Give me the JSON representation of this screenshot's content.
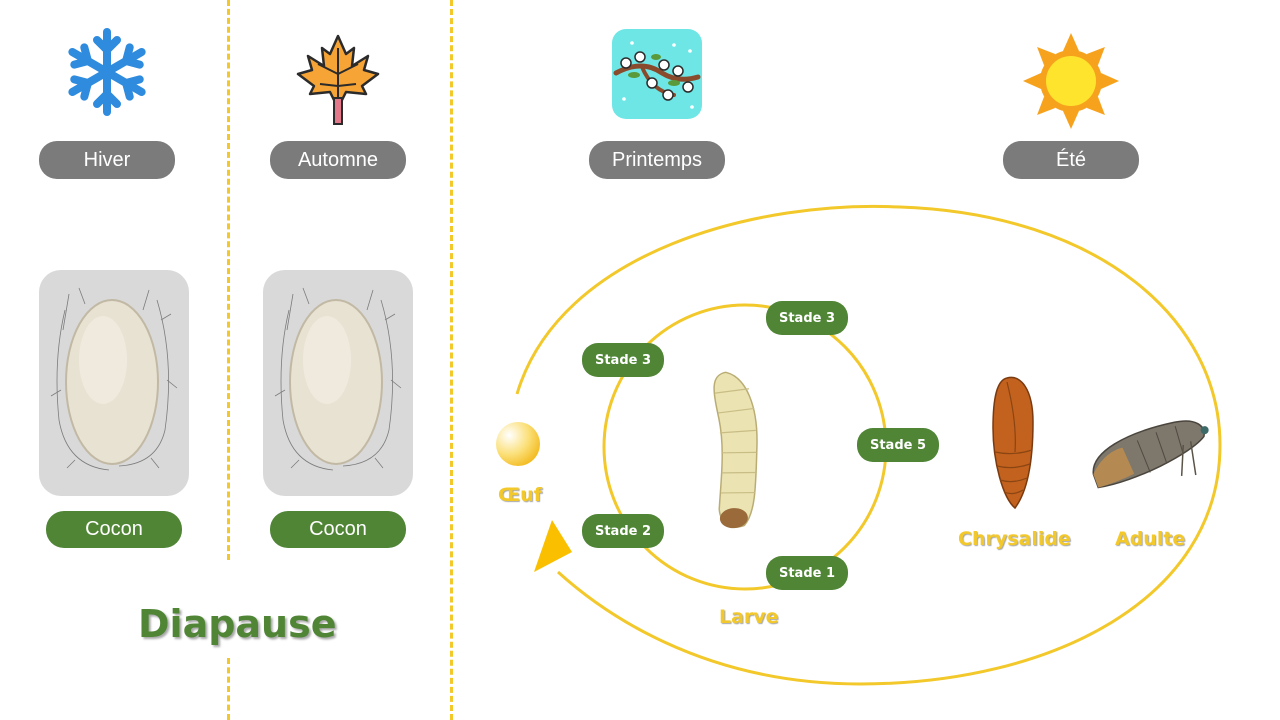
{
  "seasons": {
    "hiver": "Hiver",
    "automne": "Automne",
    "printemps": "Printemps",
    "ete": "Été"
  },
  "cocon": {
    "left": "Cocon",
    "right": "Cocon"
  },
  "diapause": "Diapause",
  "cycle": {
    "oeuf": "Œuf",
    "larve": "Larve",
    "chrysalide": "Chrysalide",
    "adulte": "Adulte",
    "stades": {
      "top": "Stade 3",
      "left": "Stade 3",
      "right": "Stade 5",
      "bottom_left": "Stade 2",
      "bottom": "Stade 1"
    }
  },
  "icons": [
    "snowflake-icon",
    "maple-leaf-icon",
    "blossom-branch-icon",
    "sun-icon"
  ],
  "colors": {
    "accent_yellow": "#f2c82a",
    "pill_gray": "#7b7b7b",
    "pill_green": "#4f8535",
    "snow_blue": "#2e8bdd",
    "spring_bg": "#6ee6e6"
  }
}
